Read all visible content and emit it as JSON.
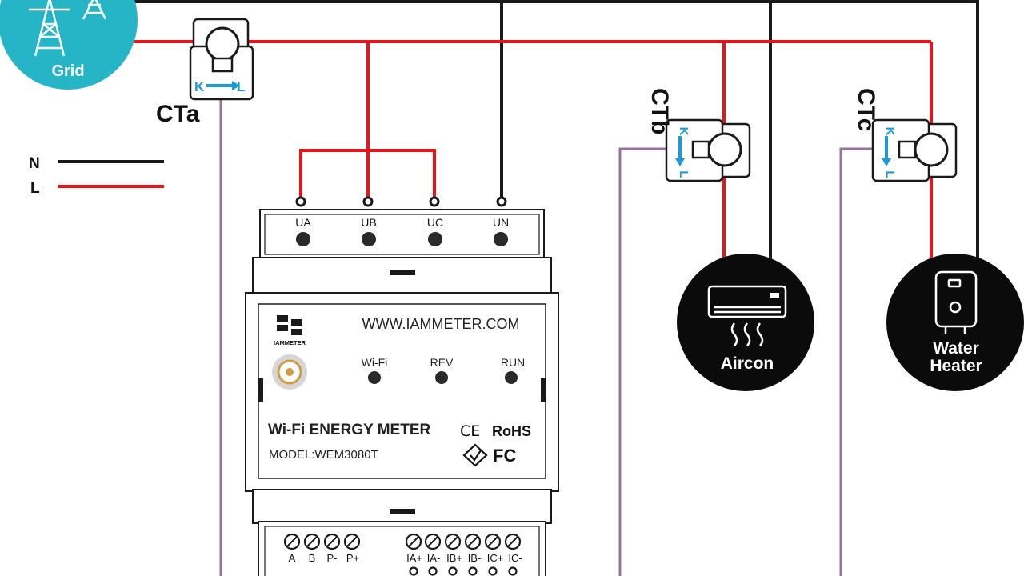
{
  "legend": {
    "neutral": "N",
    "live": "L"
  },
  "grid": {
    "label": "Grid"
  },
  "ct_labels": {
    "a": "CTa",
    "b": "CTb",
    "c": "CTc"
  },
  "ct_direction": {
    "k": "K",
    "l": "L"
  },
  "meter": {
    "top_terminals": [
      "UA",
      "UB",
      "UC",
      "UN"
    ],
    "brand": "IAMMETER",
    "website": "WWW.IAMMETER.COM",
    "indicators": [
      "Wi-Fi",
      "REV",
      "RUN"
    ],
    "title": "Wi-Fi ENERGY METER",
    "model": "MODEL:WEM3080T",
    "cert_rohs": "RoHS",
    "cert_ce": "CE",
    "cert_fc": "FC",
    "bottom_terminals_left": [
      "A",
      "B",
      "P-",
      "P+"
    ],
    "bottom_terminals_right": [
      "IA+",
      "IA-",
      "IB+",
      "IB-",
      "IC+",
      "IC-"
    ]
  },
  "loads": {
    "aircon": "Aircon",
    "water_heater_line1": "Water",
    "water_heater_line2": "Heater"
  },
  "colors": {
    "live": "#e8141b",
    "neutral": "#1a1a1a",
    "ct_wire": "#9b6fa3",
    "grid": "#26b5c6",
    "ct_arrow": "#1a9ad6",
    "load": "#0b0b0b",
    "meter_body": "#ffffff"
  },
  "icons": {
    "grid": "power-tower-icon",
    "aircon": "air-conditioner-icon",
    "water_heater": "water-heater-icon",
    "brand": "iammeter-logo-icon",
    "antenna": "antenna-connector-icon",
    "rcm": "rcm-mark-icon"
  }
}
